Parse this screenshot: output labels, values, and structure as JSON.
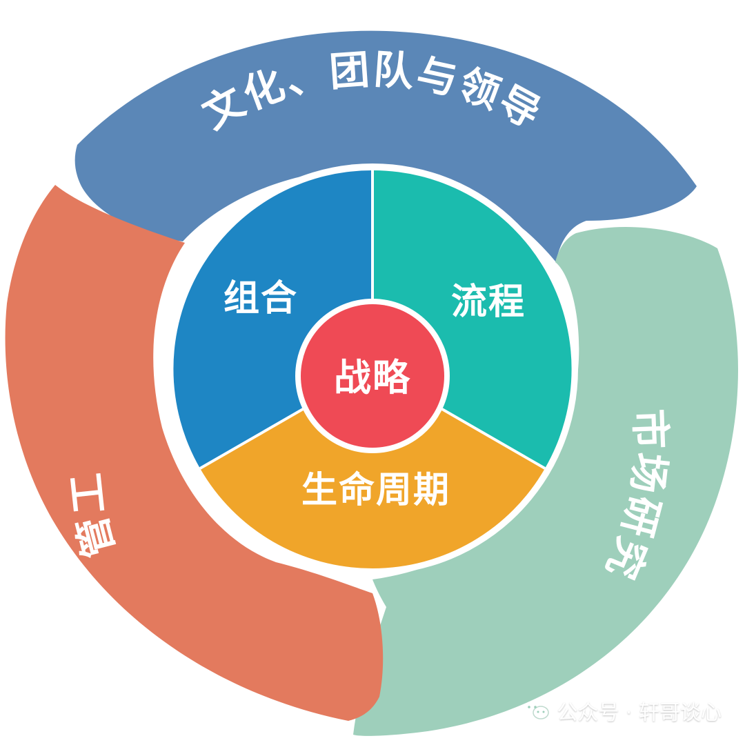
{
  "diagram": {
    "outer_ring": [
      {
        "label": "文化、团队与领导",
        "color": "#5b87b7"
      },
      {
        "label": "市场研究",
        "color": "#9ecfbb"
      },
      {
        "label": "管工",
        "color": "#e37a5e"
      }
    ],
    "inner_wheel": [
      {
        "label": "组合",
        "color": "#1e86c4"
      },
      {
        "label": "流程",
        "color": "#1bbcae"
      },
      {
        "label": "生命周期",
        "color": "#f0a52a"
      }
    ],
    "center": {
      "label": "战略",
      "color": "#ef4a55"
    }
  },
  "watermark": {
    "icon": "wechat-icon",
    "text": "公众号 · 轩哥谈心"
  }
}
